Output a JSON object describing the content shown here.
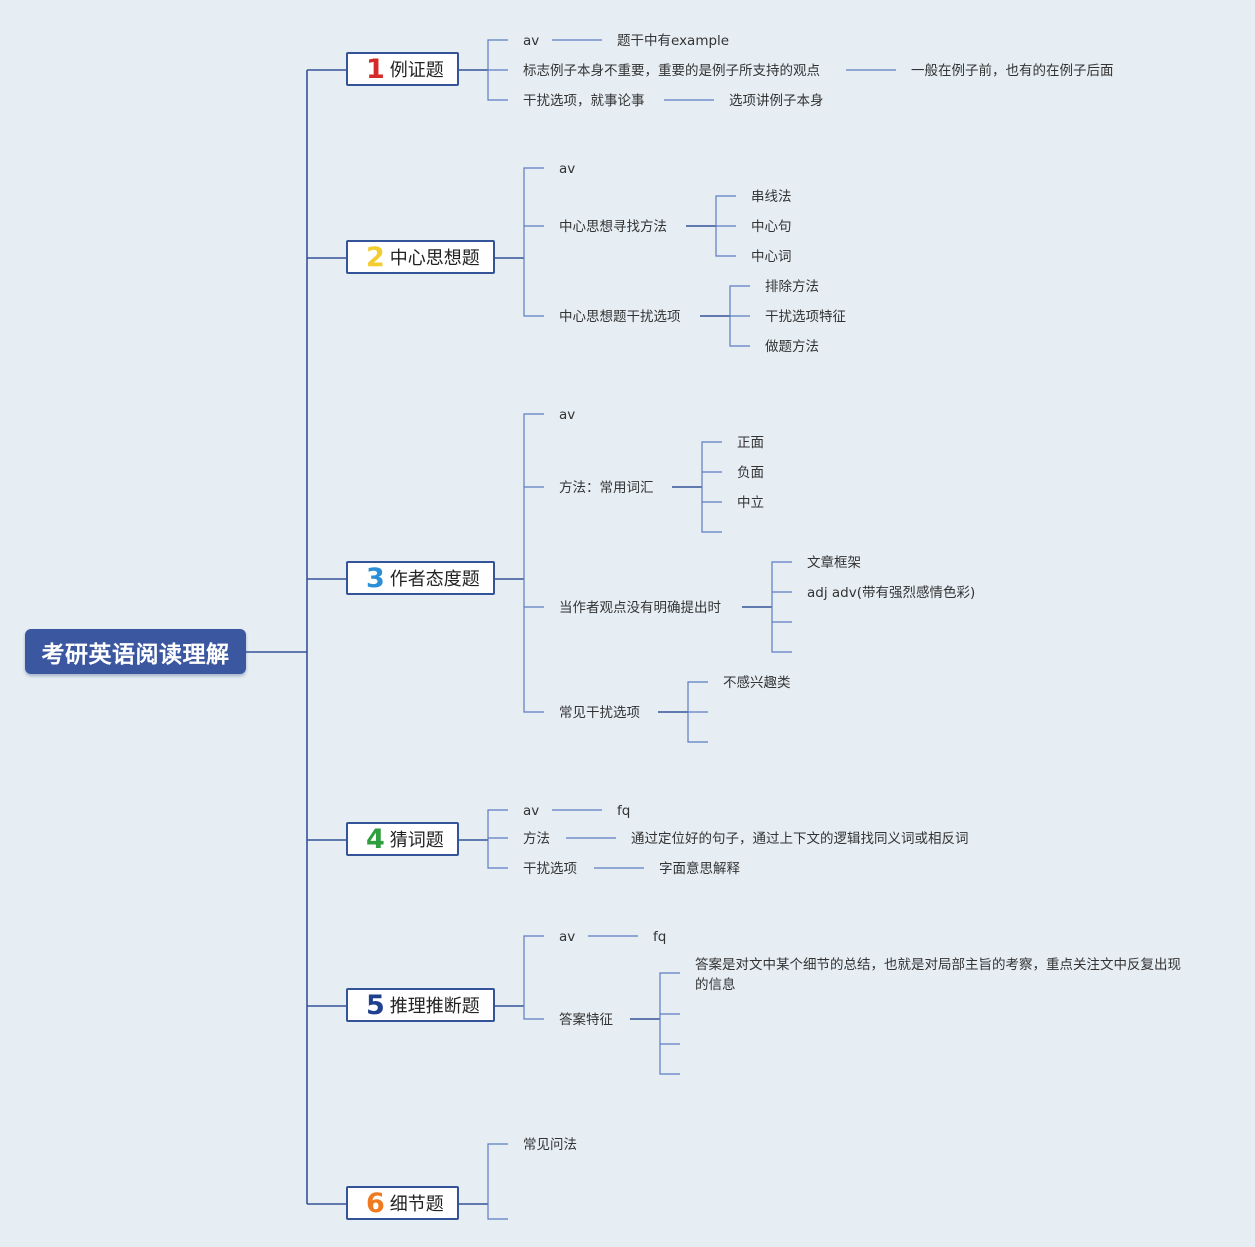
{
  "root": {
    "label": "考研英语阅读理解",
    "color": "#3b57a0"
  },
  "topics": [
    {
      "num": "1",
      "num_color": "#d62a2a",
      "label": "例证题",
      "items": [
        {
          "label": "av",
          "detail": "题干中有example"
        },
        {
          "label": "标志例子本身不重要，重要的是例子所支持的观点",
          "detail": "一般在例子前，也有的在例子后面"
        },
        {
          "label": "干扰选项，就事论事",
          "detail": "选项讲例子本身"
        }
      ]
    },
    {
      "num": "2",
      "num_color": "#f2cc30",
      "label": "中心思想题",
      "items": [
        {
          "label": "av"
        },
        {
          "label": "中心思想寻找方法",
          "children": [
            "串线法",
            "中心句",
            "中心词"
          ]
        },
        {
          "label": "中心思想题干扰选项",
          "children": [
            "排除方法",
            "干扰选项特征",
            "做题方法"
          ]
        }
      ]
    },
    {
      "num": "3",
      "num_color": "#2a8fd6",
      "label": "作者态度题",
      "items": [
        {
          "label": "av"
        },
        {
          "label": "方法：常用词汇",
          "children": [
            "正面",
            "负面",
            "中立",
            ""
          ]
        },
        {
          "label": "当作者观点没有明确提出时",
          "children": [
            "文章框架",
            "adj adv(带有强烈感情色彩)",
            "",
            ""
          ]
        },
        {
          "label": "常见干扰选项",
          "children": [
            "不感兴趣类",
            "",
            ""
          ]
        }
      ]
    },
    {
      "num": "4",
      "num_color": "#2e9e3e",
      "label": "猜词题",
      "items": [
        {
          "label": "av",
          "detail": "fq"
        },
        {
          "label": "方法",
          "detail": "通过定位好的句子，通过上下文的逻辑找同义词或相反词"
        },
        {
          "label": "干扰选项",
          "detail": "字面意思解释"
        }
      ]
    },
    {
      "num": "5",
      "num_color": "#1f3f8f",
      "label": "推理推断题",
      "items": [
        {
          "label": "av",
          "detail": "fq"
        },
        {
          "label": "答案特征",
          "children": [
            "答案是对文中某个细节的总结，也就是对局部主旨的考察，重点关注文中反复出现的信息",
            "",
            "",
            ""
          ]
        }
      ]
    },
    {
      "num": "6",
      "num_color": "#f07a20",
      "label": "细节题",
      "items": [
        {
          "label": "常见问法"
        },
        {
          "label": ""
        }
      ]
    }
  ]
}
